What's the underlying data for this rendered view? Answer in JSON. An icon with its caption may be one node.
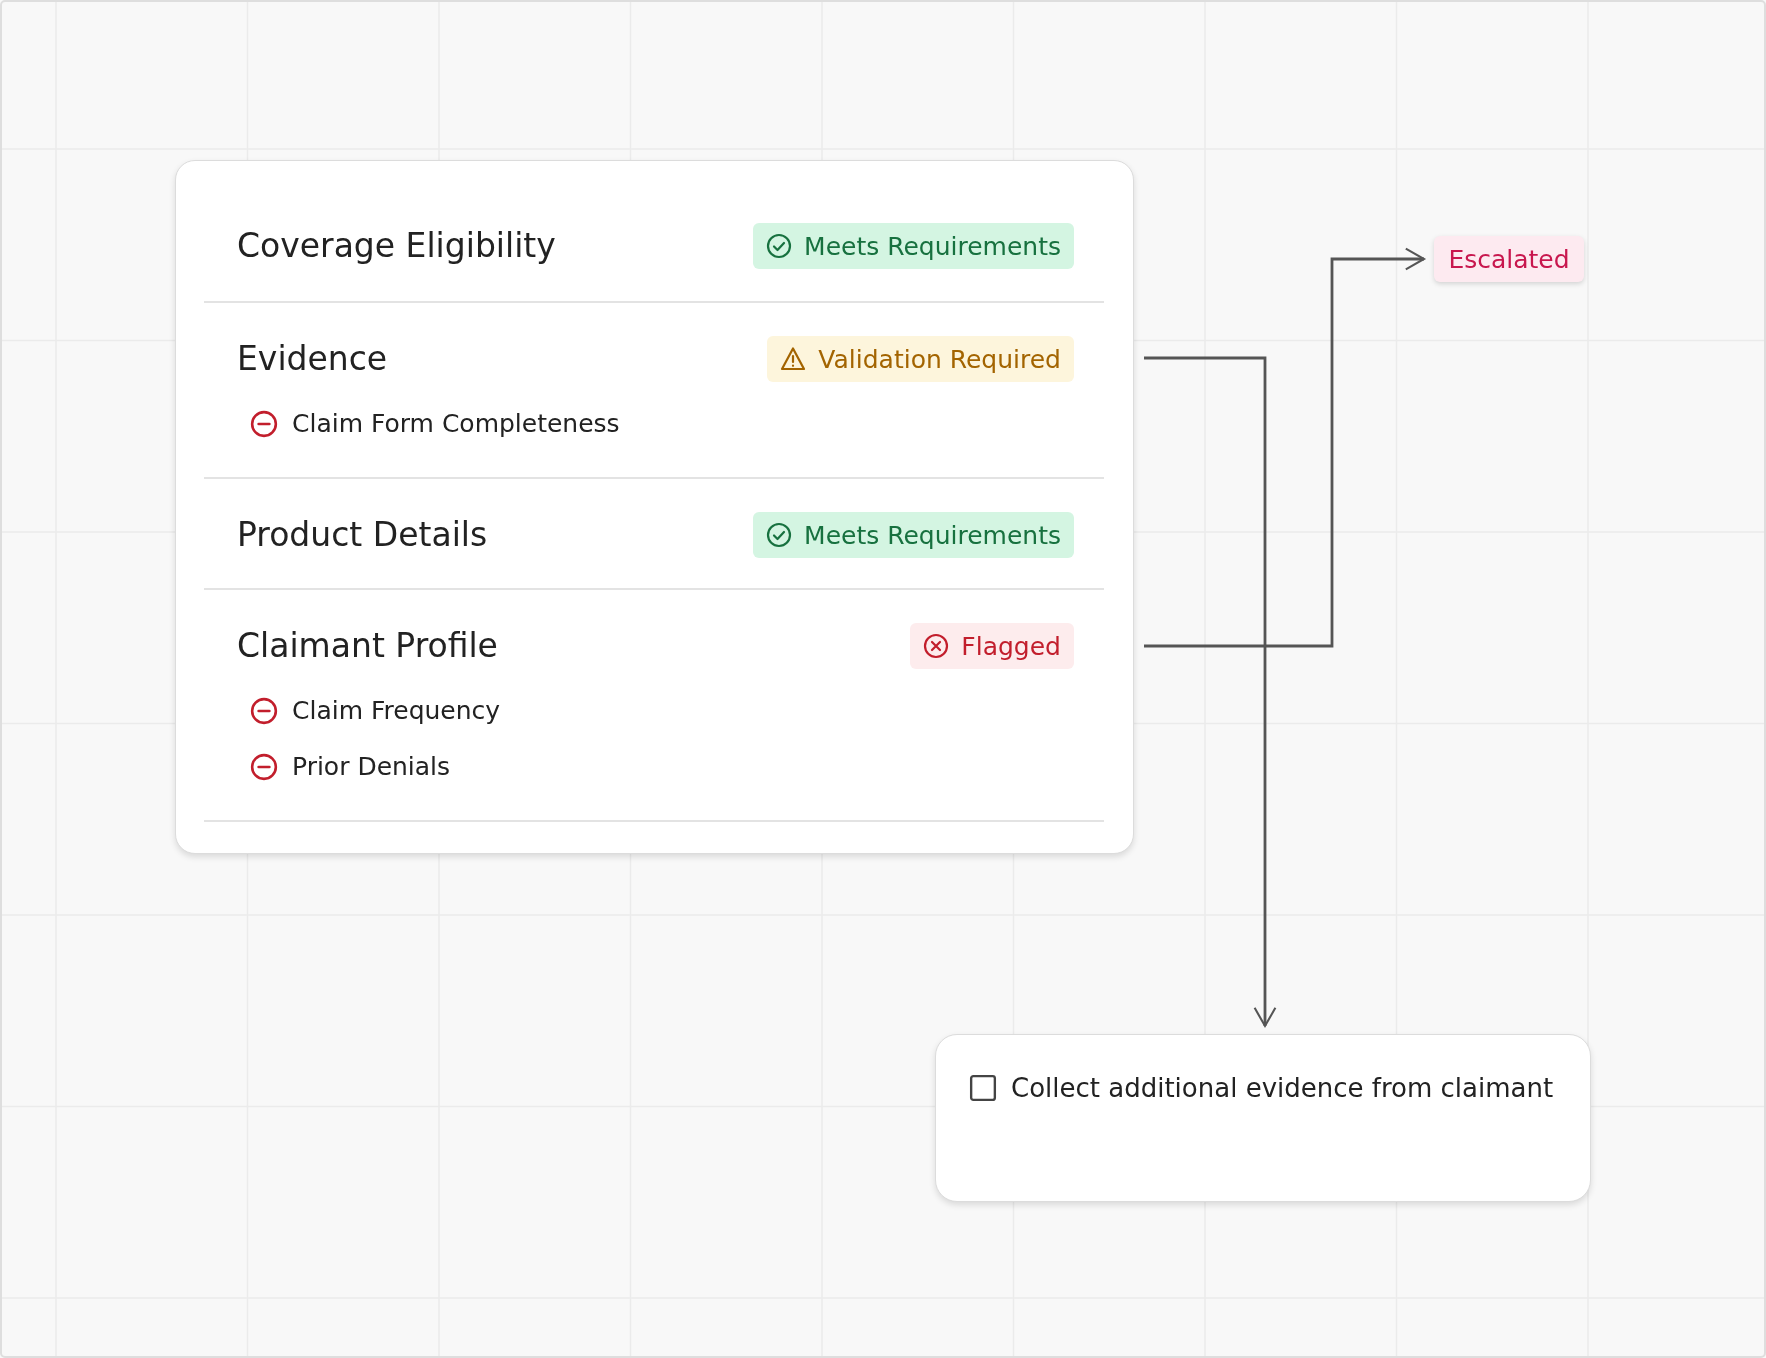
{
  "diagram": {
    "nodes": [
      {
        "text": [],
        "shape": "box"
      },
      {
        "text": [
          "Coverage Eligibility",
          "Meets Requirements"
        ],
        "in": 0
      },
      {
        "text": [
          "Evidence",
          "Validation Required",
          "Claim Form Completeness"
        ],
        "in": 0
      },
      {
        "text": [
          "Product Details",
          "Meets Requirements"
        ],
        "in": 0
      },
      {
        "text": [
          "Claimant Profile",
          "Flagged",
          "Claim Frequency",
          "Prior Denials"
        ],
        "in": 0
      },
      {
        "text": [
          "Escalated"
        ]
      },
      {
        "text": [
          "Collect additional evidence from claimant"
        ]
      }
    ],
    "edges": [
      {
        "from": 2,
        "to": 6,
        "arrow": "to"
      },
      {
        "from": 4,
        "to": 5,
        "arrow": "to"
      }
    ]
  }
}
